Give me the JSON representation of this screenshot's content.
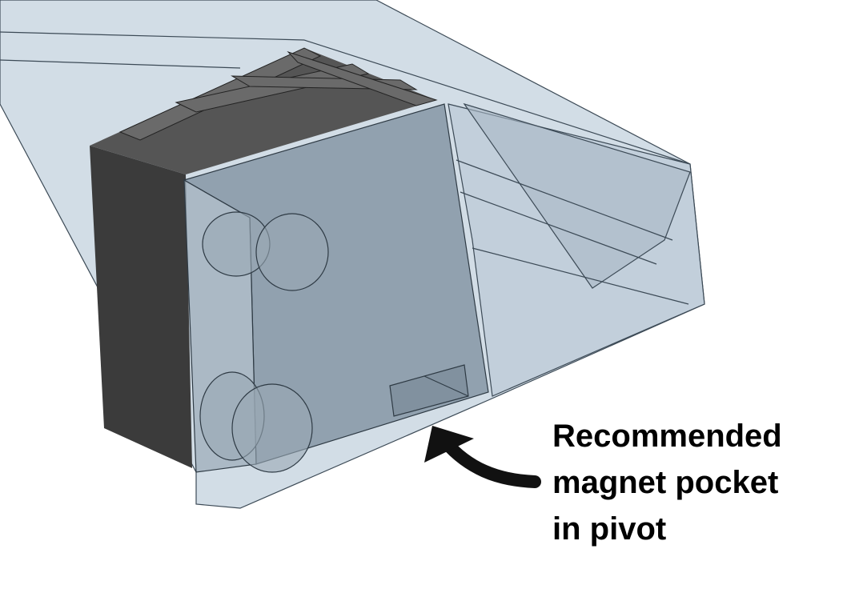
{
  "annotation": {
    "lines": [
      "Recommended",
      "magnet pocket",
      "in pivot"
    ]
  },
  "colors": {
    "rail": "#c3d2de",
    "pivot": "#8696a4",
    "magnet": "#3b3b3b",
    "edge": "#3c4a56",
    "arrow": "#111111"
  }
}
